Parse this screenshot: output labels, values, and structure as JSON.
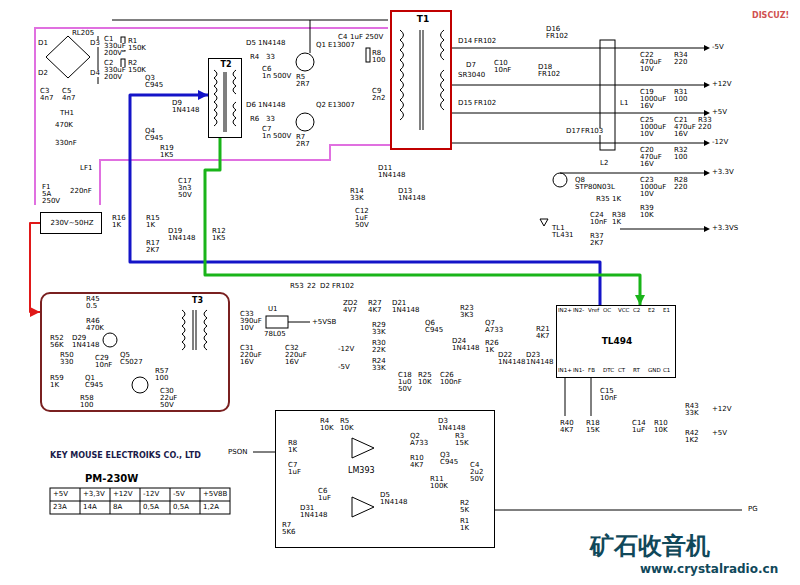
{
  "diagram": {
    "nodes": [
      {
        "text": [
          "230V~50HZ"
        ]
      },
      {
        "text": [
          "T2"
        ]
      },
      {
        "text": [
          "T1"
        ]
      },
      {
        "text": [
          "T3"
        ]
      },
      {
        "text": [
          "TL494"
        ]
      },
      {
        "text": [
          "LM393"
        ]
      }
    ],
    "edges": [
      {
        "from": 4,
        "to": 1,
        "arrow": "to"
      },
      {
        "from": 1,
        "to": 4,
        "arrow": "to"
      },
      {
        "from": 0,
        "to": 3,
        "arrow": "to"
      }
    ],
    "labels": [
      "DISCUZ!",
      "D1",
      "RL205",
      "D3",
      "D2",
      "D4",
      "C1",
      "330uF",
      "200V",
      "C2",
      "330uF",
      "200V",
      "R1",
      "150K",
      "R2",
      "150K",
      "C3",
      "4n7",
      "C5",
      "4n7",
      "TH1",
      "470K",
      "330nF",
      "LF1",
      "F1",
      "5A",
      "250V",
      "220nF",
      "D5",
      "1N4148",
      "R4",
      "33",
      "C6",
      "1n 500V",
      "Q1",
      "E13007",
      "R5",
      "2R7",
      "D6",
      "1N4148",
      "R6",
      "33",
      "C7",
      "1n 500V",
      "Q2",
      "E13007",
      "R7",
      "2R7",
      "C4",
      "1uF 250V",
      "R8",
      "100",
      "C9",
      "2n2",
      "D14",
      "FR102",
      "D7",
      "SR3040",
      "C10",
      "10nF",
      "D15",
      "FR102",
      "D16",
      "FR102",
      "D18",
      "FR102",
      "D17",
      "FR103",
      "C22",
      "470uF",
      "10V",
      "R34",
      "220",
      "-5V",
      "C19",
      "1000uF",
      "16V",
      "R31",
      "100",
      "+12V",
      "L1",
      "C25",
      "1000uF",
      "10V",
      "C21",
      "470uF",
      "16V",
      "R33",
      "220",
      "+5V",
      "-12V",
      "C20",
      "470uF",
      "16V",
      "R32",
      "100",
      "L2",
      "+3.3V",
      "C23",
      "1000uF",
      "10V",
      "R28",
      "220",
      "Q8",
      "STP80N03L",
      "R35",
      "1K",
      "C24",
      "10nF",
      "R38",
      "1K",
      "R39",
      "10K",
      "TL1",
      "TL431",
      "R37",
      "2K7",
      "+3.3VS",
      "D11",
      "1N4148",
      "R14",
      "33K",
      "D13",
      "1N4148",
      "C12",
      "1uF",
      "50V",
      "R16",
      "1K",
      "R15",
      "1K",
      "R17",
      "2K7",
      "D19",
      "1N4148",
      "R12",
      "1K5",
      "Q3",
      "C945",
      "Q4",
      "C945",
      "R19",
      "1K5",
      "C17",
      "3n3",
      "50V",
      "D9",
      "1N4148",
      "R45",
      "0.5",
      "R46",
      "470K",
      "R52",
      "56K",
      "D29",
      "1N4148",
      "R50",
      "330",
      "C29",
      "10nF",
      "Q5",
      "C5027",
      "Q1",
      "C945",
      "R58",
      "100",
      "R59",
      "1K",
      "R57",
      "100",
      "C30",
      "22uF",
      "50V",
      "R53",
      "22",
      "D2",
      "FR102",
      "C33",
      "390uF",
      "10V",
      "C31",
      "220uF",
      "16V",
      "U1",
      "78L05",
      "C32",
      "220uF",
      "16V",
      "+5VSB",
      "ZD2",
      "4V7",
      "R27",
      "4K7",
      "D21",
      "1N4148",
      "R29",
      "33K",
      "-12V",
      "-5V",
      "R30",
      "22K",
      "R24",
      "33K",
      "Q6",
      "C945",
      "R23",
      "3K3",
      "Q7",
      "A733",
      "D24",
      "1N4148",
      "R26",
      "1K",
      "C18",
      "1u0",
      "50V",
      "R25",
      "10K",
      "C26",
      "100nF",
      "D22",
      "1N4148",
      "D23",
      "1N4148",
      "IN2+",
      "IN2-",
      "Vref",
      "OC",
      "VCC",
      "C2",
      "E2",
      "E1",
      "IN1+",
      "IN1-",
      "FB",
      "DTC",
      "CT",
      "RT",
      "GND",
      "C1",
      "R21",
      "4K7",
      "C15",
      "10nF",
      "R40",
      "4K7",
      "R18",
      "15K",
      "C14",
      "1uF",
      "R10",
      "10K",
      "R43",
      "33K",
      "R42",
      "1K2",
      "+12V",
      "+5V",
      "PSON",
      "R8",
      "1K",
      "C7",
      "1uF",
      "R4",
      "10K",
      "R5",
      "10K",
      "Q2",
      "A733",
      "D3",
      "1N4148",
      "R3",
      "15K",
      "R10",
      "4K7",
      "Q3",
      "C945",
      "C4",
      "2u2",
      "50V",
      "R11",
      "100K",
      "D5",
      "1N4148",
      "C6",
      "1uF",
      "D31",
      "1N4148",
      "R7",
      "5K6",
      "R2",
      "5K",
      "R1",
      "1K",
      "PG",
      "KEY MOUSE ELECTROIKS CO., LTD",
      "PM-230W",
      "+5V",
      "+3,3V",
      "+12V",
      "-12V",
      "-5V",
      "+5V8B",
      "23A",
      "14A",
      "8A",
      "0,5A",
      "0,5A",
      "1,2A",
      "矿石收音机",
      "www.crystalradio.cn"
    ]
  }
}
